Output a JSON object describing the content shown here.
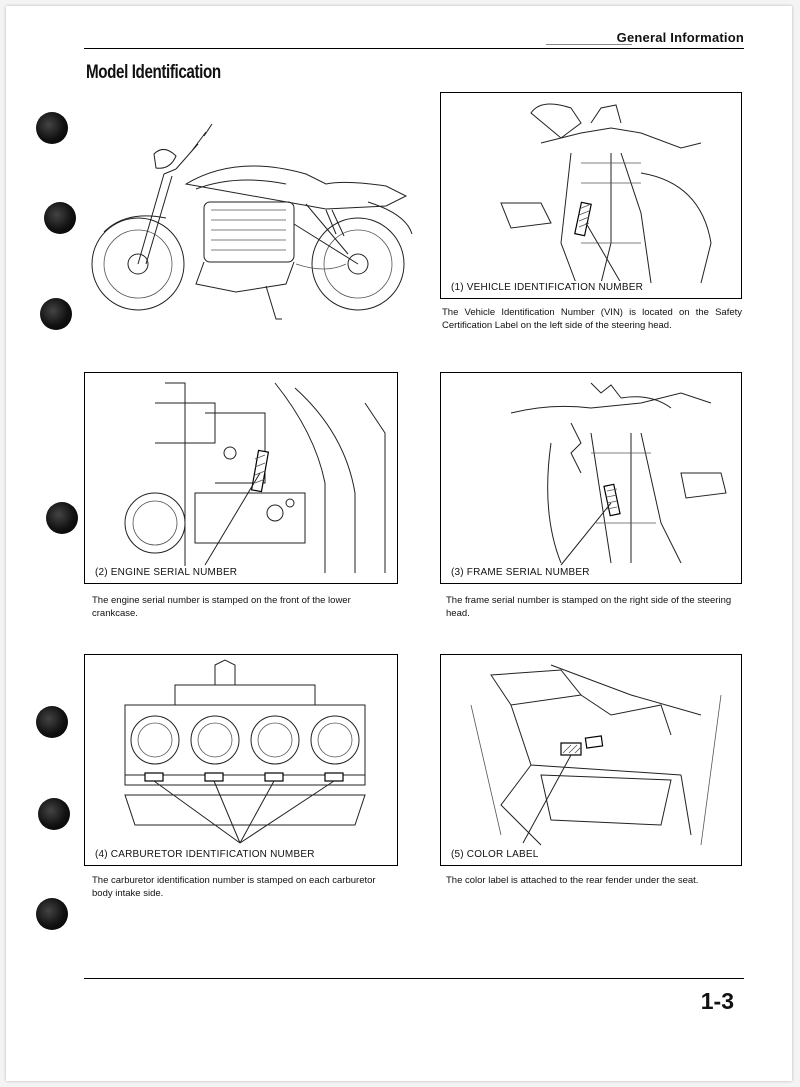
{
  "header": {
    "title": "General Information",
    "page_number": "1-3"
  },
  "section_title": "Model Identification",
  "figures": [
    {
      "caption": "(1) VEHICLE IDENTIFICATION NUMBER",
      "description": "The Vehicle Identification Number (VIN) is located on the Safety Certification Label on the left side of the steering head."
    },
    {
      "caption": "(2) ENGINE SERIAL NUMBER",
      "description": "The engine serial number is stamped on the front of the lower crankcase."
    },
    {
      "caption": "(3) FRAME SERIAL NUMBER",
      "description": "The frame serial number is stamped on the right side of the steering head."
    },
    {
      "caption": "(4) CARBURETOR IDENTIFICATION NUMBER",
      "description": "The carburetor identification number is stamped on each carburetor body intake side."
    },
    {
      "caption": "(5) COLOR LABEL",
      "description": "The color label is attached to the rear fender under the seat."
    }
  ]
}
